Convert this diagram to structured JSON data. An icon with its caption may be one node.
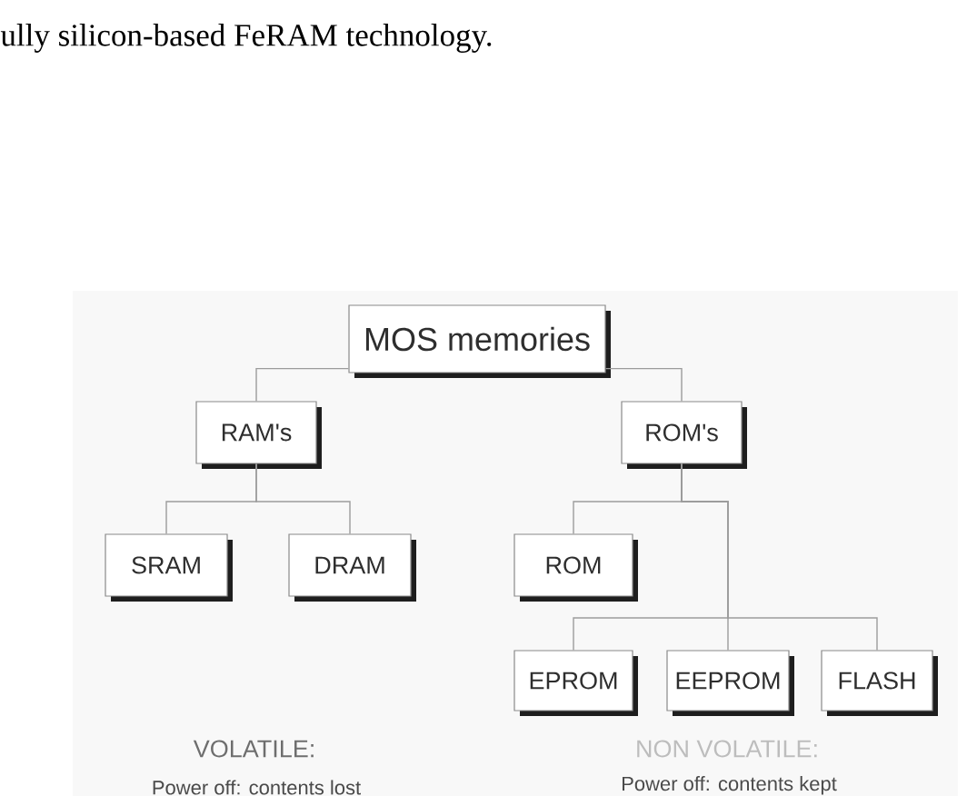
{
  "diagram": {
    "nodes": [
      {
        "text": [
          "MOS memories"
        ]
      },
      {
        "text": [
          "RAM's"
        ]
      },
      {
        "text": [
          "ROM's"
        ]
      },
      {
        "text": [
          "SRAM"
        ]
      },
      {
        "text": [
          "DRAM"
        ]
      },
      {
        "text": [
          "ROM"
        ]
      },
      {
        "text": [
          "EPROM"
        ]
      },
      {
        "text": [
          "EEPROM"
        ]
      },
      {
        "text": [
          "FLASH"
        ]
      }
    ],
    "edges": [
      {
        "from": 0,
        "to": 1,
        "arrow": "none"
      },
      {
        "from": 0,
        "to": 2,
        "arrow": "none"
      },
      {
        "from": 1,
        "to": 3,
        "arrow": "none"
      },
      {
        "from": 1,
        "to": 4,
        "arrow": "none"
      },
      {
        "from": 2,
        "to": 5,
        "arrow": "none"
      },
      {
        "from": 2,
        "to": 6,
        "arrow": "none"
      },
      {
        "from": 2,
        "to": 7,
        "arrow": "none"
      },
      {
        "from": 2,
        "to": 8,
        "arrow": "none"
      }
    ],
    "labels": [
      "ully silicon-based FeRAM technology.",
      "VOLATILE:",
      "Power off: contents lost",
      "NON VOLATILE:",
      "Power off: contents kept"
    ]
  }
}
